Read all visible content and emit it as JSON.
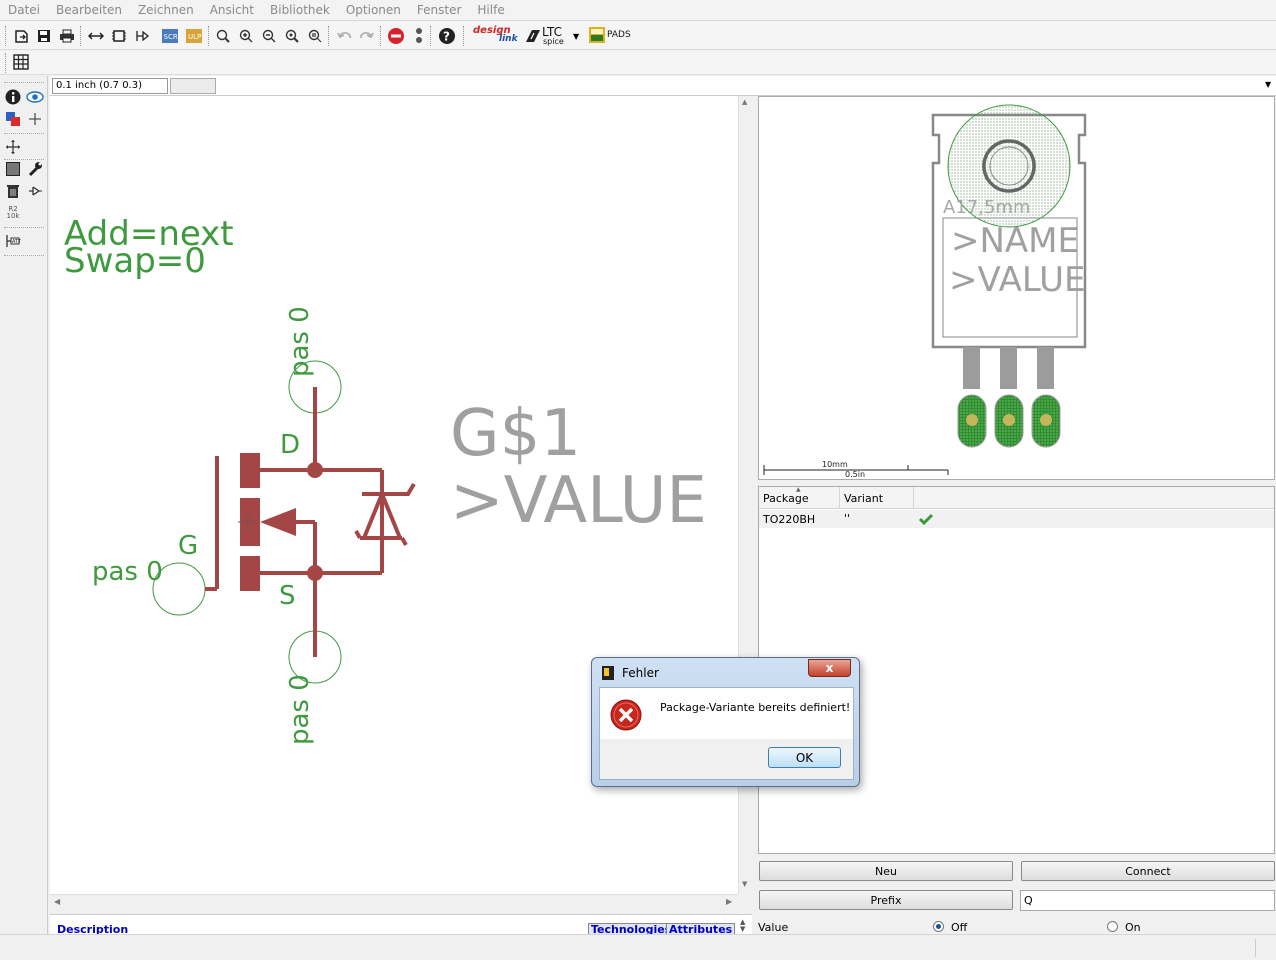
{
  "menu": [
    "Datei",
    "Bearbeiten",
    "Zeichnen",
    "Ansicht",
    "Bibliothek",
    "Optionen",
    "Fenster",
    "Hilfe"
  ],
  "toolbar": {
    "designlink_label": "design",
    "designlink_sub": "link",
    "ltc_label": "LTC",
    "ltc_sub": "spice",
    "pads_label": "PADS"
  },
  "coordinates": "0.1 inch (0.7 0.3)",
  "canvas": {
    "info_line1": "Add=next",
    "info_line2": "Swap=0",
    "pin_top": "pas 0",
    "pin_left": "pas 0",
    "pin_bottom": "pas 0",
    "label_d": "D",
    "label_g": "G",
    "label_s": "S",
    "name": "G$1",
    "value": ">VALUE"
  },
  "preview": {
    "dimension": "A17,5mm",
    "name_text": ">NAME",
    "value_text": ">VALUE",
    "scale_mm": "10mm",
    "scale_in": "0.5in"
  },
  "package_table": {
    "headers": [
      "Package",
      "Variant"
    ],
    "rows": [
      {
        "package": "TO220BH",
        "variant": "''"
      }
    ]
  },
  "buttons": {
    "new": "Neu",
    "connect": "Connect",
    "prefix": "Prefix"
  },
  "prefix_value": "Q",
  "value_row": {
    "label": "Value",
    "off": "Off",
    "on": "On",
    "selected": "Off"
  },
  "description": {
    "label": "Description",
    "tab_technologies": "Technologies",
    "tab_attributes": "Attributes"
  },
  "dialog": {
    "title": "Fehler",
    "message": "Package-Variante  bereits definiert!",
    "ok": "OK",
    "close": "x"
  },
  "colors": {
    "text_green": "#3f9a3f",
    "symbol_red": "#a54646",
    "gray_text": "#a0a0a0"
  }
}
